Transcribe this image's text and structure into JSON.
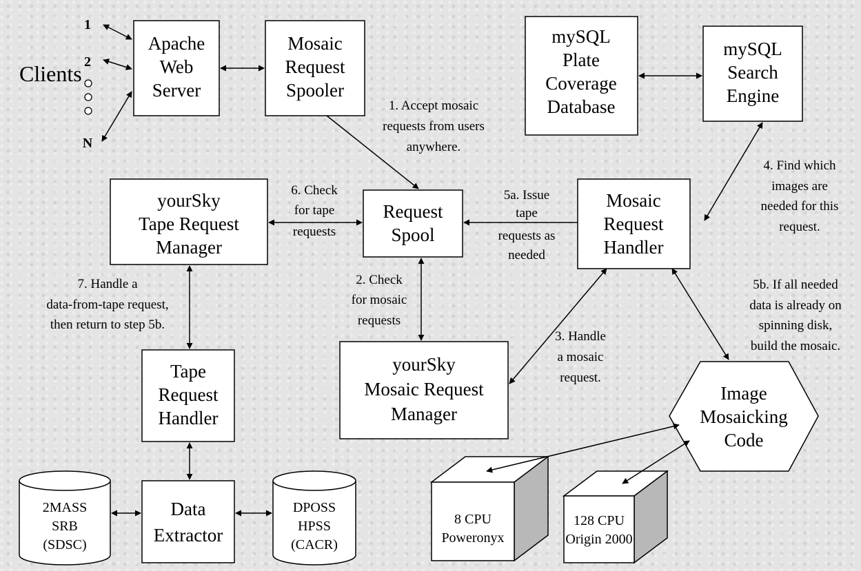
{
  "clients": {
    "label": "Clients",
    "first": "1",
    "second": "2",
    "last": "N"
  },
  "nodes": {
    "apache": [
      "Apache",
      "Web",
      "Server"
    ],
    "spooler": [
      "Mosaic",
      "Request",
      "Spooler"
    ],
    "coverage_db": [
      "mySQL",
      "Plate",
      "Coverage",
      "Database"
    ],
    "search_engine": [
      "mySQL",
      "Search",
      "Engine"
    ],
    "tape_manager": [
      "yourSky",
      "Tape Request",
      "Manager"
    ],
    "request_spool": [
      "Request",
      "Spool"
    ],
    "mosaic_handler": [
      "Mosaic",
      "Request",
      "Handler"
    ],
    "tape_handler": [
      "Tape",
      "Request",
      "Handler"
    ],
    "mosaic_manager": [
      "yourSky",
      "Mosaic Request",
      "Manager"
    ],
    "mosaicking_code": [
      "Image",
      "Mosaicking",
      "Code"
    ],
    "data_extractor": [
      "Data",
      "Extractor"
    ],
    "twomass": [
      "2MASS",
      "SRB",
      "(SDSC)"
    ],
    "dposs": [
      "DPOSS",
      "HPSS",
      "(CACR)"
    ],
    "cpu8": [
      "8 CPU",
      "Poweronyx"
    ],
    "cpu128": [
      "128 CPU",
      "Origin 2000"
    ]
  },
  "annotations": {
    "step1": [
      "1. Accept mosaic",
      "requests from users",
      "anywhere."
    ],
    "step2": [
      "2. Check",
      "for mosaic",
      "requests"
    ],
    "step3": [
      "3. Handle",
      "a mosaic",
      "request."
    ],
    "step4": [
      "4. Find which",
      "images are",
      "needed for this",
      "request."
    ],
    "step5a": [
      "5a. Issue",
      "tape",
      "requests as",
      "needed"
    ],
    "step5b": [
      "5b. If all needed",
      "data is already on",
      "spinning disk,",
      "build the mosaic."
    ],
    "step6": [
      "6. Check",
      "for tape",
      "requests"
    ],
    "step7": [
      "7. Handle a",
      "data-from-tape request,",
      "then return to step 5b."
    ]
  }
}
